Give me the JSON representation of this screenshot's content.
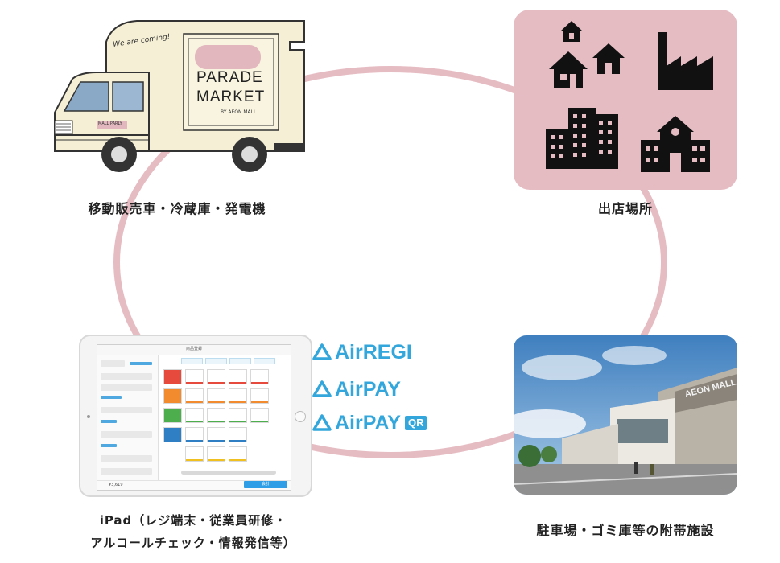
{
  "captions": {
    "truck": "移動販売車・冷蔵庫・発電機",
    "locations": "出店場所",
    "ipad_line1": "iPad（レジ端末・従業員研修・",
    "ipad_line2": "アルコールチェック・情報発信等）",
    "facility": "駐車場・ゴミ庫等の附帯施設"
  },
  "truck": {
    "slogan": "We are coming!",
    "logo_line1": "PARADE",
    "logo_line2": "MARKET",
    "byline": "BY AEON MALL",
    "door_sign": "MALL PARLY"
  },
  "locations_icons": [
    "house-icon",
    "house-icon",
    "house-icon",
    "factory-icon",
    "apartment-building-icon",
    "school-icon"
  ],
  "ipad_screen": {
    "title": "商品登録",
    "total": "¥3,619",
    "pay_label": "会計"
  },
  "air_logos": {
    "regi": "AirREGI",
    "pay": "AirPAY",
    "pay_qr": "AirPAY",
    "qr_badge": "QR"
  },
  "photo": {
    "sign": "AEON MALL"
  },
  "colors": {
    "cycle_ring": "#e6bcc3",
    "card_bg": "#e6bcc3",
    "air_blue": "#33a7dc",
    "truck_body": "#f5f0d5"
  }
}
